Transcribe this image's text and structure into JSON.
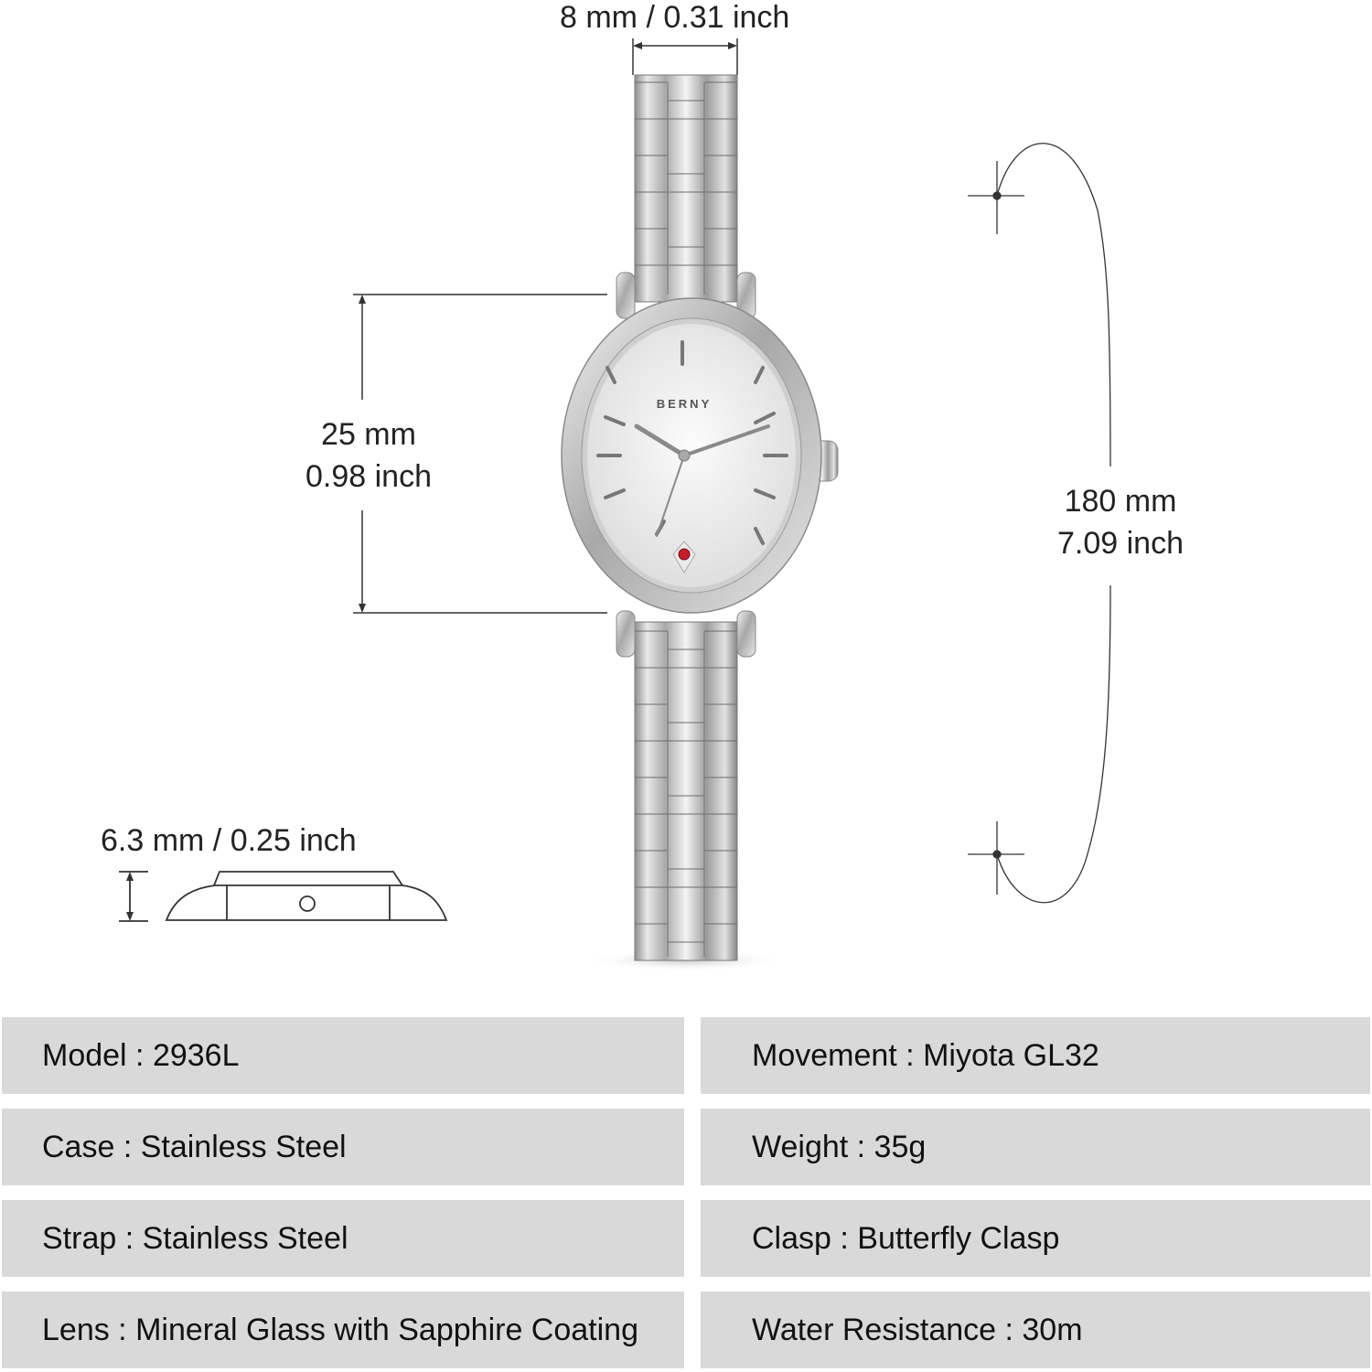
{
  "brand": {
    "dial_logo": "BERNY",
    "gem_color": "#c41e2a"
  },
  "dimensions": {
    "strap_width": "8 mm / 0.31 inch",
    "case_height_mm": "25 mm",
    "case_height_inch": "0.98 inch",
    "strap_length_mm": "180 mm",
    "strap_length_inch": "7.09 inch",
    "thickness": "6.3 mm / 0.25 inch"
  },
  "specs": {
    "left": [
      "Model : 2936L",
      "Case : Stainless Steel",
      "Strap : Stainless Steel",
      "Lens : Mineral Glass with Sapphire Coating"
    ],
    "right": [
      "Movement : Miyota GL32",
      "Weight : 35g",
      "Clasp : Butterfly Clasp",
      "Water Resistance : 30m"
    ]
  }
}
